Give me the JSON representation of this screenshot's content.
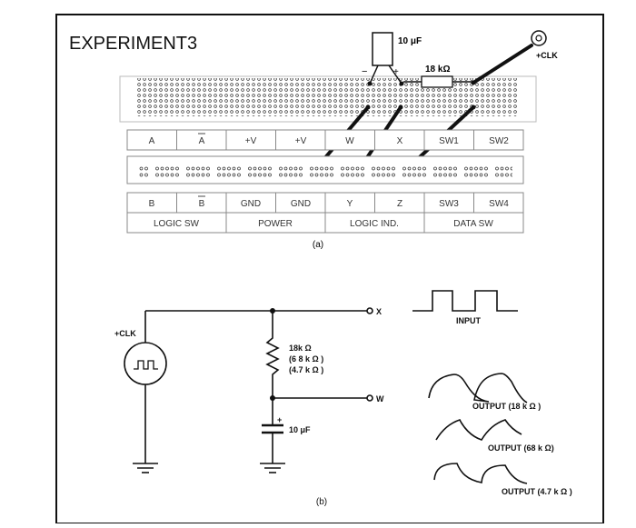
{
  "title": "EXPERIMENT3",
  "breadboard": {
    "capacitor_label": "10 μF",
    "resistor_label": "18 kΩ",
    "clk_label": "+CLK",
    "minus_sign": "−",
    "plus_sign": "+",
    "top_row_labels": [
      "A",
      "A",
      "+V",
      "+V",
      "W",
      "X",
      "SW1",
      "SW2"
    ],
    "bottom_row_labels": [
      "B",
      "B",
      "GND",
      "GND",
      "Y",
      "Z",
      "SW3",
      "SW4"
    ],
    "group_labels": [
      "LOGIC SW",
      "POWER",
      "LOGIC IND.",
      "DATA SW"
    ],
    "caption": "(a)"
  },
  "schematic": {
    "clk_label": "+CLK",
    "node_x": "X",
    "node_w": "W",
    "resistor_values": [
      "18k Ω",
      "(6 8 k Ω )",
      "(4.7 k Ω )"
    ],
    "capacitor_plus": "+",
    "capacitor_value": "10 μF",
    "caption": "(b)"
  },
  "waveforms": {
    "input_label": "INPUT",
    "outputs": [
      "OUTPUT (18 k Ω )",
      "OUTPUT (68 k Ω)",
      "OUTPUT (4.7 k Ω )"
    ]
  }
}
